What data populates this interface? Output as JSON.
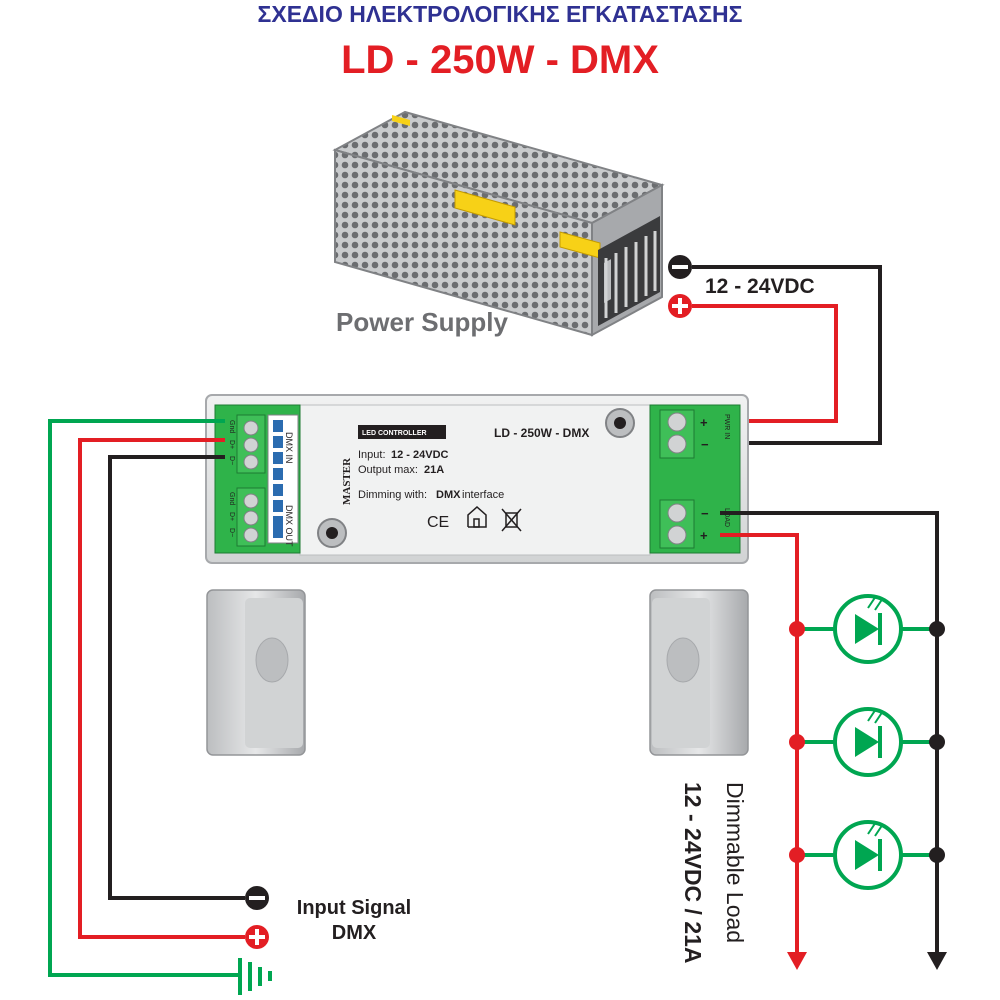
{
  "header": {
    "subtitle": "ΣΧΕΔΙΟ ΗΛΕΚΤΡΟΛΟΓΙΚΗΣ ΕΓΚΑΤΑΣΤΑΣΗΣ",
    "title": "LD - 250W - DMX"
  },
  "power_supply": {
    "label": "Power Supply",
    "voltage": "12 - 24VDC",
    "neg_symbol": "−",
    "pos_symbol": "+"
  },
  "controller": {
    "brand": "MASTER",
    "badge": "LED CONTROLLER",
    "model": "LD - 250W - DMX",
    "input_label": "Input:",
    "input_value": "12 - 24VDC",
    "output_label": "Output max:",
    "output_value": "21A",
    "dimming_label": "Dimming with:",
    "dimming_value": "DMX",
    "dimming_suffix": "interface",
    "ce_mark": "CE",
    "dmx_in_label": "DMX IN",
    "dmx_out_label": "DMX OUT",
    "dmx_pins": [
      "Gnd",
      "D+",
      "D−"
    ],
    "pwr_terminal_label": "PWR IN",
    "load_terminal_label": "LOAD",
    "plus_mark": "+",
    "minus_mark": "−"
  },
  "input_signal": {
    "line1": "Input Signal",
    "line2": "DMX",
    "neg_symbol": "−",
    "pos_symbol": "+"
  },
  "load": {
    "line1": "Dimmable Load",
    "line2": "12 - 24VDC / 21A"
  },
  "colors": {
    "title_blue": "#2f3192",
    "title_red": "#e31e24",
    "wire_red": "#e31e24",
    "wire_black": "#231f20",
    "wire_green": "#00a651",
    "terminal_green": "#2fb34a",
    "case_grey": "#e6e7e8"
  },
  "icons": [
    "led-icon",
    "ground-icon",
    "power-supply-image"
  ]
}
